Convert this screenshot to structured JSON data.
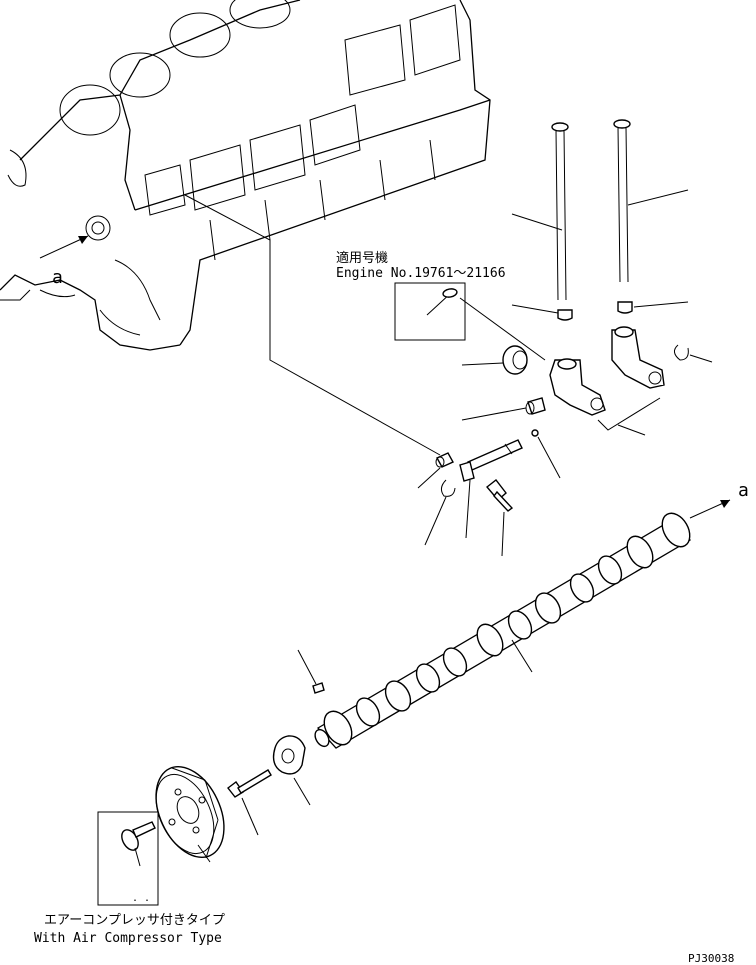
{
  "callout_top": {
    "line1": "適用号機",
    "line2": "Engine No.19761～21166"
  },
  "view_marker_left": "a",
  "view_marker_right": "a",
  "caption": {
    "japanese": "エアーコンプレッサ付きタイプ",
    "english": "With Air Compressor Type"
  },
  "drawing_code": "PJ30038"
}
